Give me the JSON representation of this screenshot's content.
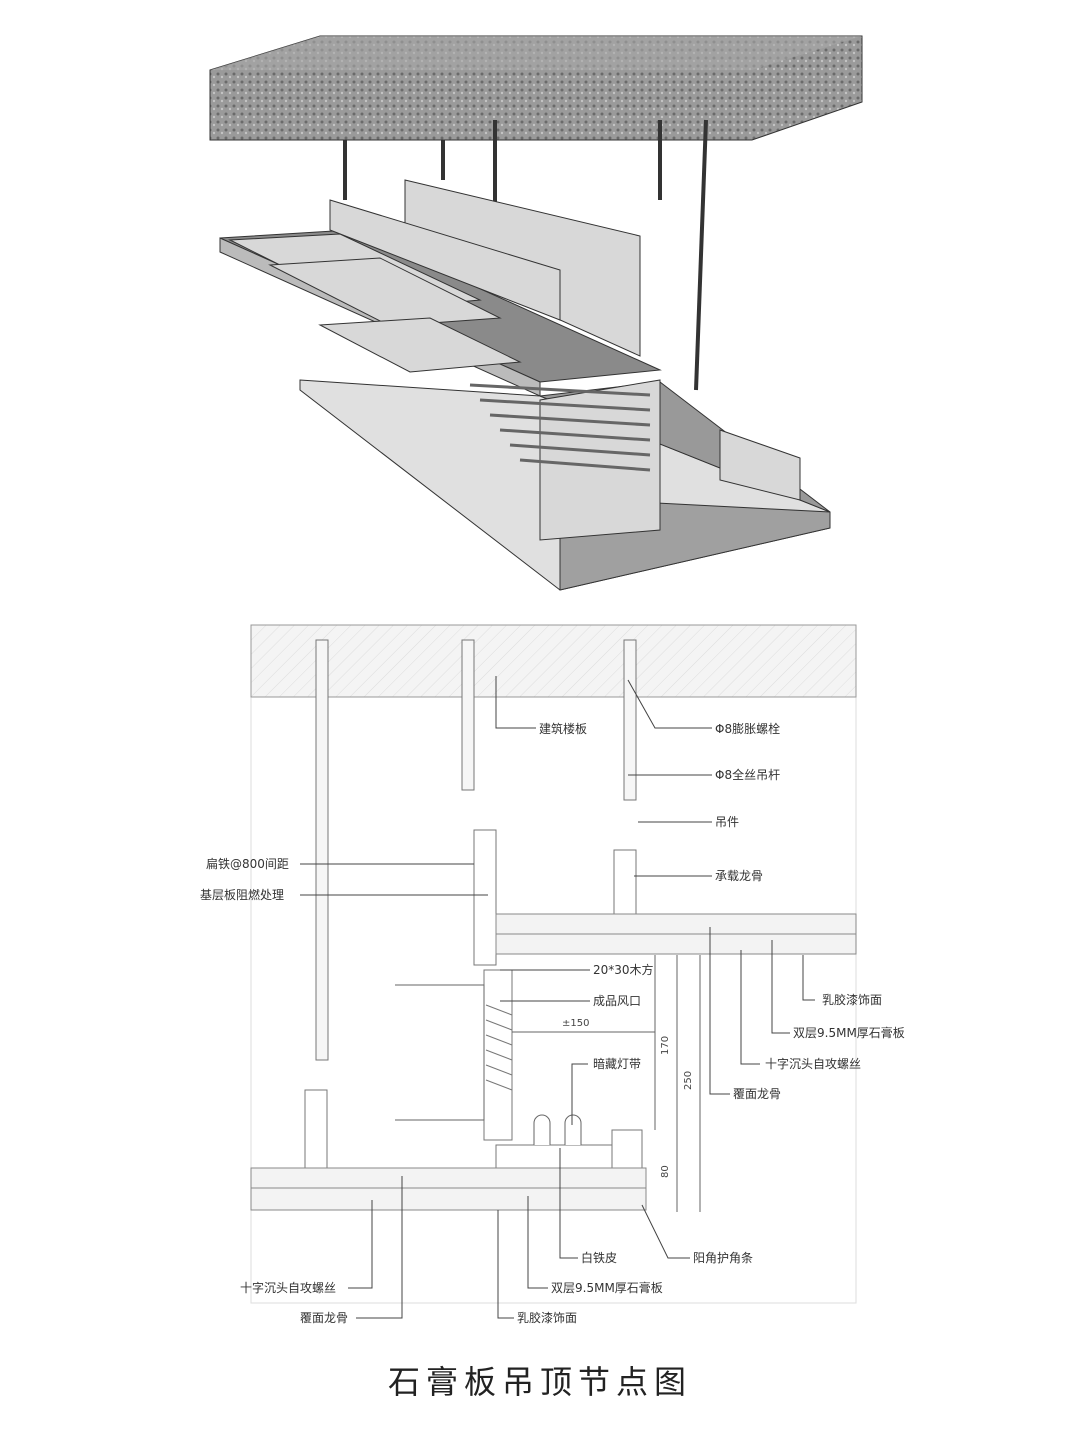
{
  "title": "石膏板吊顶节点图",
  "labels": {
    "floor_slab": "建筑楼板",
    "expansion_bolt": "Φ8膨胀螺栓",
    "threaded_rod": "Φ8全丝吊杆",
    "hanger": "吊件",
    "main_keel": "承载龙骨",
    "flat_iron": "扁铁@800间距",
    "base_board": "基层板阻燃处理",
    "wood_batten": "20*30木方",
    "vent": "成品风口",
    "latex_paint_right": "乳胶漆饰面",
    "double_gypsum_right": "双层9.5MM厚石膏板",
    "screw_right": "十字沉头自攻螺丝",
    "cover_keel_right": "覆面龙骨",
    "hidden_light": "暗藏灯带",
    "white_iron": "白铁皮",
    "corner_strip": "阳角护角条",
    "screw_left": "十字沉头自攻螺丝",
    "cover_keel_left": "覆面龙骨",
    "double_gypsum_bottom": "双层9.5MM厚石膏板",
    "latex_paint_bottom": "乳胶漆饰面"
  },
  "dimensions": {
    "width": "±150",
    "d170": "170",
    "d250": "250",
    "d80": "80"
  }
}
